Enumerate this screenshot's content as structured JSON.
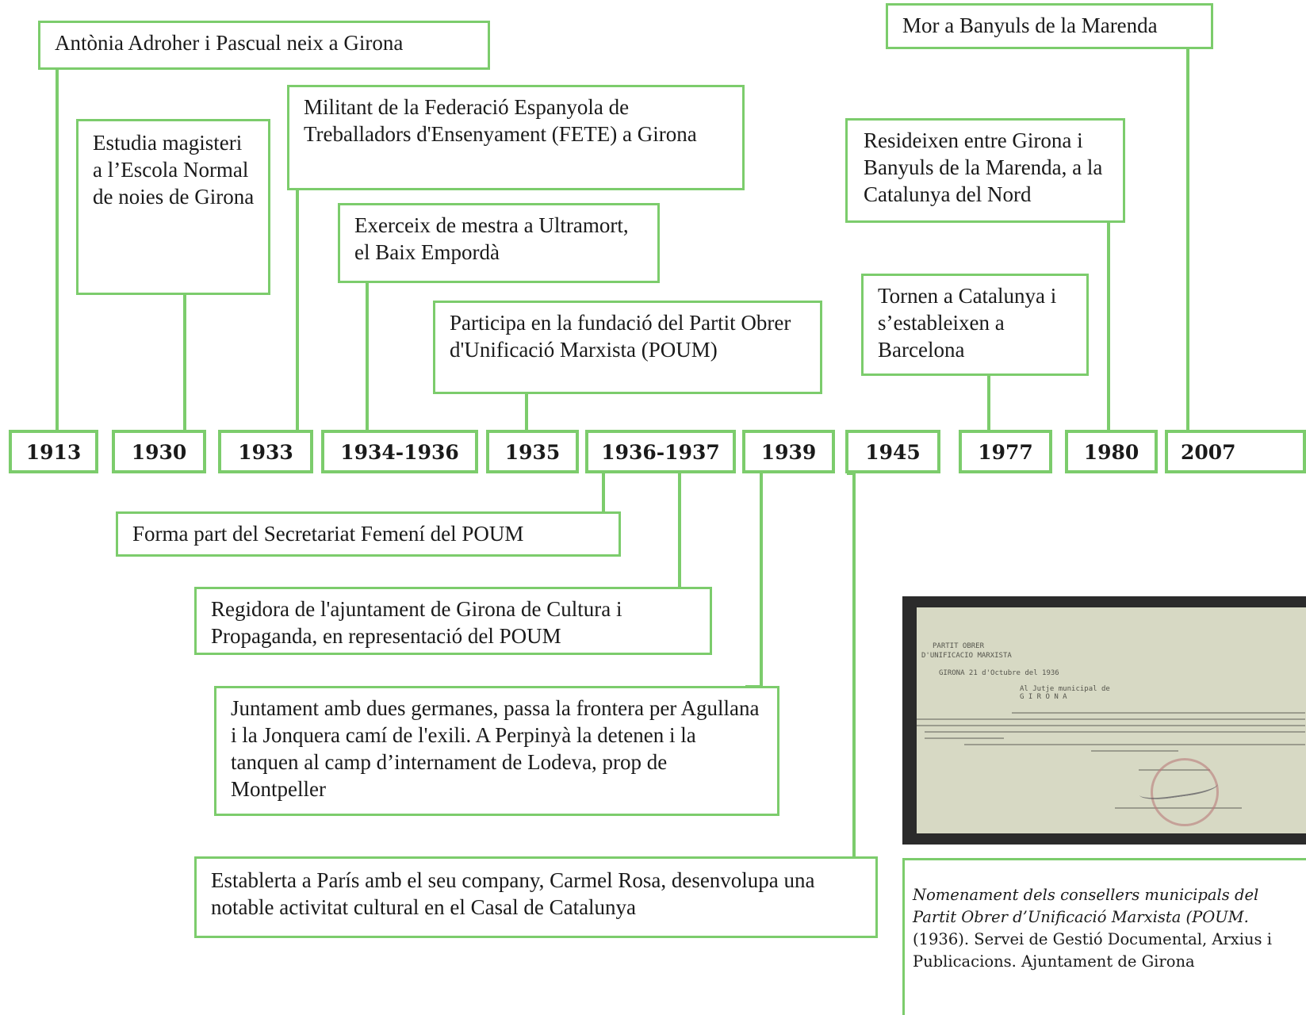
{
  "events": [
    {
      "year": "1913",
      "text": "Antònia Adroher i Pascual neix a Girona"
    },
    {
      "year": "1930",
      "text": "Estudia magisteri a l’Escola Normal de noies de Girona"
    },
    {
      "year": "1933",
      "text": "Militant de la Federació Espanyola de Treballadors d'Ensenyament (FETE) a Girona"
    },
    {
      "year": "1934-1936",
      "text": "Exerceix de mestra a Ultramort, el Baix Empordà"
    },
    {
      "year": "1935",
      "text": "Participa en la fundació del Partit Obrer d'Unificació Marxista (POUM)"
    },
    {
      "year": "1936-1937",
      "text": "Forma part del Secretariat Femení del POUM"
    },
    {
      "year": "1936-1937",
      "text": "Regidora de l'ajuntament de Girona de Cultura i Propaganda, en representació del POUM"
    },
    {
      "year": "1939",
      "text": "Juntament amb dues germanes, passa la frontera per Agullana i la Jonquera camí de l'exili. A Perpinyà la detenen i la tanquen al camp d’internament de Lodeva, prop de Montpeller"
    },
    {
      "year": "1945",
      "text": "Establerta a París amb el seu company, Carmel Rosa, desenvolupa una notable activitat cultural en el Casal de Catalunya"
    },
    {
      "year": "1977",
      "text": "Tornen a Catalunya i s’estableixen a Barcelona"
    },
    {
      "year": "1980",
      "text": "Resideixen entre Girona i Banyuls de la Marenda, a la Catalunya del Nord"
    },
    {
      "year": "2007",
      "text": "Mor a Banyuls de la Marenda"
    }
  ],
  "years": [
    "1913",
    "1930",
    "1933",
    "1934-1936",
    "1935",
    "1936-1937",
    "1939",
    "1945",
    "1977",
    "1980",
    "2007"
  ],
  "document_image": {
    "lines": [
      "PARTIT OBRER",
      "D'UNIFICACIO MARXISTA",
      "GIRONA   21 d'Octubre del 1936",
      "Al Jutje municipal de",
      "G I R O N A"
    ]
  },
  "caption": {
    "italic": "Nomenament dels consellers municipals del Partit Obrer d’Unificació Marxista (POUM.",
    "plain": " (1936). Servei de Gestió Documental, Arxius i Publicacions. Ajuntament de Girona"
  },
  "colors": {
    "accent": "#7ccc6c"
  }
}
